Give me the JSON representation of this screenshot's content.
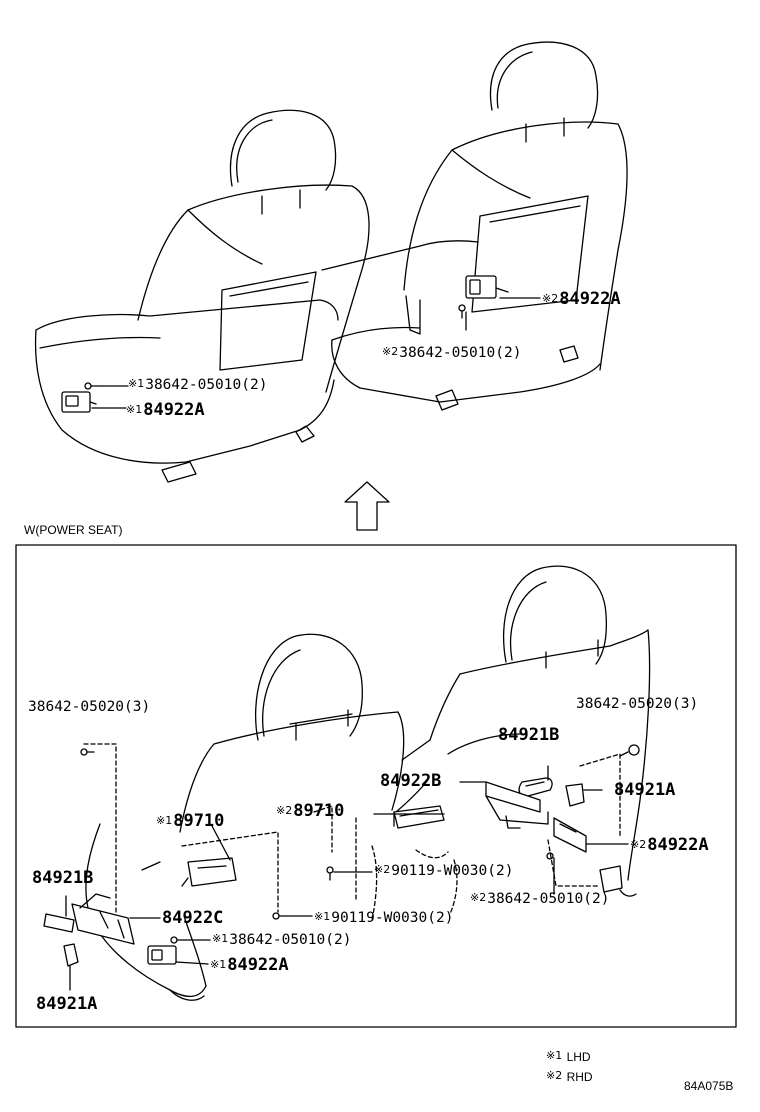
{
  "diagram": {
    "section_title": "W(POWER SEAT)",
    "figure_code": "84A075B",
    "marker_1": "※1",
    "marker_2": "※2",
    "legend": [
      {
        "marker": "※1",
        "text": "LHD"
      },
      {
        "marker": "※2",
        "text": "RHD"
      }
    ],
    "upper_labels": [
      {
        "marker": "※2",
        "part": "84922A"
      },
      {
        "marker": "※2",
        "part": "38642-05010(2)"
      },
      {
        "marker": "※1",
        "part": "38642-05010(2)"
      },
      {
        "marker": "※1",
        "part": "84922A"
      }
    ],
    "lower_labels": [
      {
        "marker": "",
        "part": "38642-05020(3)"
      },
      {
        "marker": "",
        "part": "38642-05020(3)"
      },
      {
        "marker": "",
        "part": "84921B"
      },
      {
        "marker": "",
        "part": "84922B"
      },
      {
        "marker": "",
        "part": "84921A"
      },
      {
        "marker": "※1",
        "part": "89710"
      },
      {
        "marker": "※2",
        "part": "89710"
      },
      {
        "marker": "※2",
        "part": "84922A"
      },
      {
        "marker": "※2",
        "part": "90119-W0030(2)"
      },
      {
        "marker": "※2",
        "part": "38642-05010(2)"
      },
      {
        "marker": "",
        "part": "84921B"
      },
      {
        "marker": "",
        "part": "84922C"
      },
      {
        "marker": "※1",
        "part": "90119-W0030(2)"
      },
      {
        "marker": "※1",
        "part": "38642-05010(2)"
      },
      {
        "marker": "※1",
        "part": "84922A"
      },
      {
        "marker": "",
        "part": "84921A"
      }
    ]
  }
}
